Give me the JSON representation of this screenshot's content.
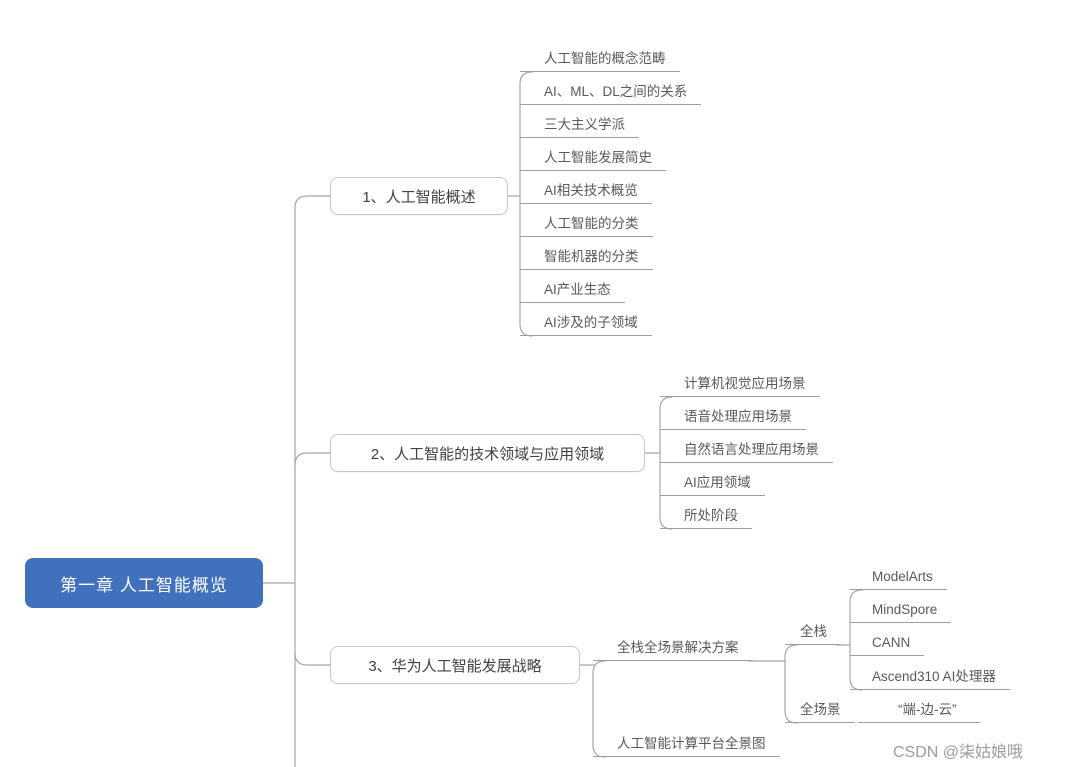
{
  "root": {
    "label": "第一章 人工智能概览"
  },
  "colors": {
    "root_bg": "#4170BC",
    "root_text": "#FFFFFF",
    "branch_box_border": "#C6C6C6",
    "branch_box_text": "#404040",
    "leaf_text": "#595959",
    "connector_line": "#A6A6A6",
    "watermark_text": "#9B9B9B"
  },
  "branches": [
    {
      "label": "1、人工智能概述",
      "children": [
        {
          "label": "人工智能的概念范畴"
        },
        {
          "label": "AI、ML、DL之间的关系"
        },
        {
          "label": "三大主义学派"
        },
        {
          "label": "人工智能发展简史"
        },
        {
          "label": "AI相关技术概览"
        },
        {
          "label": "人工智能的分类"
        },
        {
          "label": "智能机器的分类"
        },
        {
          "label": "AI产业生态"
        },
        {
          "label": "AI涉及的子领域"
        }
      ]
    },
    {
      "label": "2、人工智能的技术领域与应用领域",
      "children": [
        {
          "label": "计算机视觉应用场景"
        },
        {
          "label": "语音处理应用场景"
        },
        {
          "label": "自然语言处理应用场景"
        },
        {
          "label": "AI应用领域"
        },
        {
          "label": "所处阶段"
        }
      ]
    },
    {
      "label": "3、华为人工智能发展战略",
      "children": [
        {
          "label": "全栈全场景解决方案",
          "children": [
            {
              "label": "全栈",
              "children": [
                {
                  "label": "ModelArts"
                },
                {
                  "label": "MindSpore"
                },
                {
                  "label": "CANN"
                },
                {
                  "label": "Ascend310 AI处理器"
                }
              ]
            },
            {
              "label": "全场景",
              "children": [
                {
                  "label": "“端-边-云”"
                }
              ]
            }
          ]
        },
        {
          "label": "人工智能计算平台全景图"
        }
      ]
    }
  ],
  "watermark": "CSDN @柒姑娘哦"
}
